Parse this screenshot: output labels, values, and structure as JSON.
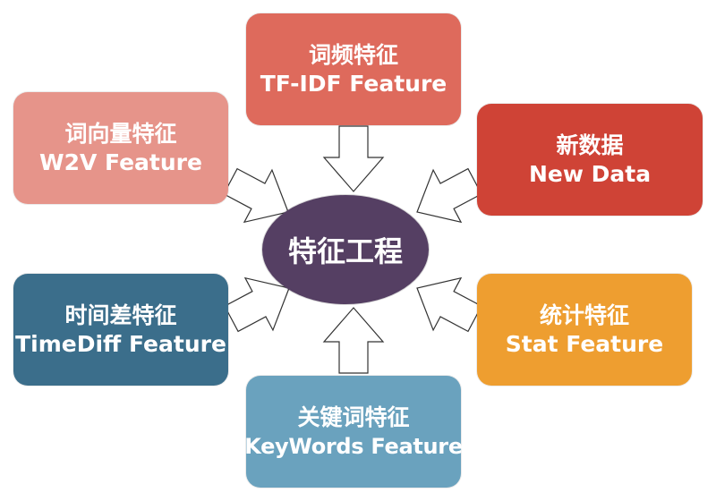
{
  "center": {
    "label": "特征工程",
    "color": "#553f63"
  },
  "nodes": {
    "tfidf": {
      "zh": "词频特征",
      "en": "TF-IDF Feature",
      "color": "#de6a5c"
    },
    "w2v": {
      "zh": "词向量特征",
      "en": "W2V Feature",
      "color": "#e6948a"
    },
    "newdata": {
      "zh": "新数据",
      "en": "New Data",
      "color": "#cf4336"
    },
    "timediff": {
      "zh": "时间差特征",
      "en": "TimeDiff Feature",
      "color": "#3b6e8b"
    },
    "stat": {
      "zh": "统计特征",
      "en": "Stat Feature",
      "color": "#ee9e30"
    },
    "keywords": {
      "zh": "关键词特征",
      "en": "KeyWords Feature",
      "color": "#6aa2be"
    }
  },
  "arrow_color": "#ffffff",
  "arrow_stroke": "#333333"
}
